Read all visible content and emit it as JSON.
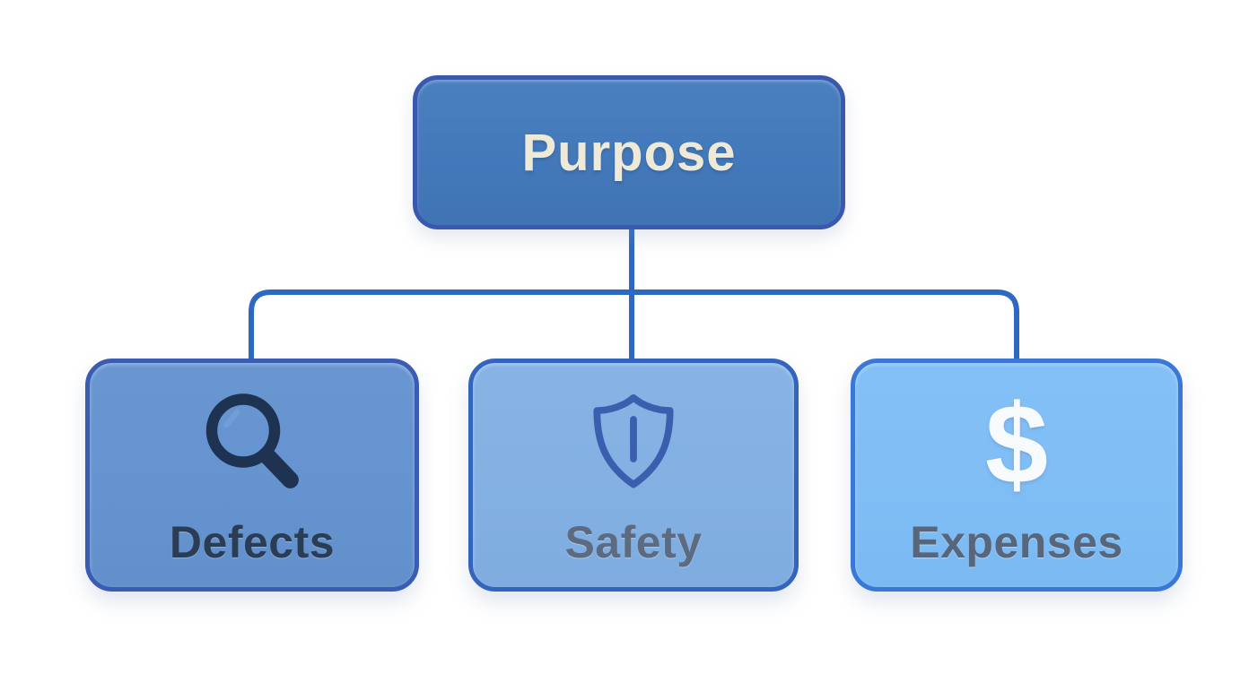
{
  "diagram": {
    "type": "org-chart",
    "nodes": {
      "root": {
        "label": "Purpose"
      },
      "children": [
        {
          "label": "Defects",
          "icon": "magnifier-icon"
        },
        {
          "label": "Safety",
          "icon": "shield-icon"
        },
        {
          "label": "Expenses",
          "icon": "dollar-sign-icon",
          "glyph": "$"
        }
      ]
    },
    "colors": {
      "background": "#ffffff",
      "connector": "#2d68c2",
      "root_fill": "#4379ba",
      "root_border": "#3a58ae",
      "root_text": "#efe9d8",
      "defects_fill": "#6593cf",
      "defects_border": "#3a5cb2",
      "defects_text": "#2b3c55",
      "defects_icon": "#1e3252",
      "safety_fill": "#83b0e2",
      "safety_border": "#3465bd",
      "safety_text": "#5c6b80",
      "safety_icon": "#3a5fae",
      "expenses_fill": "#7fbdf5",
      "expenses_border": "#3a78d8",
      "expenses_text": "#57667b",
      "expenses_icon": "#f8fbfd"
    }
  }
}
